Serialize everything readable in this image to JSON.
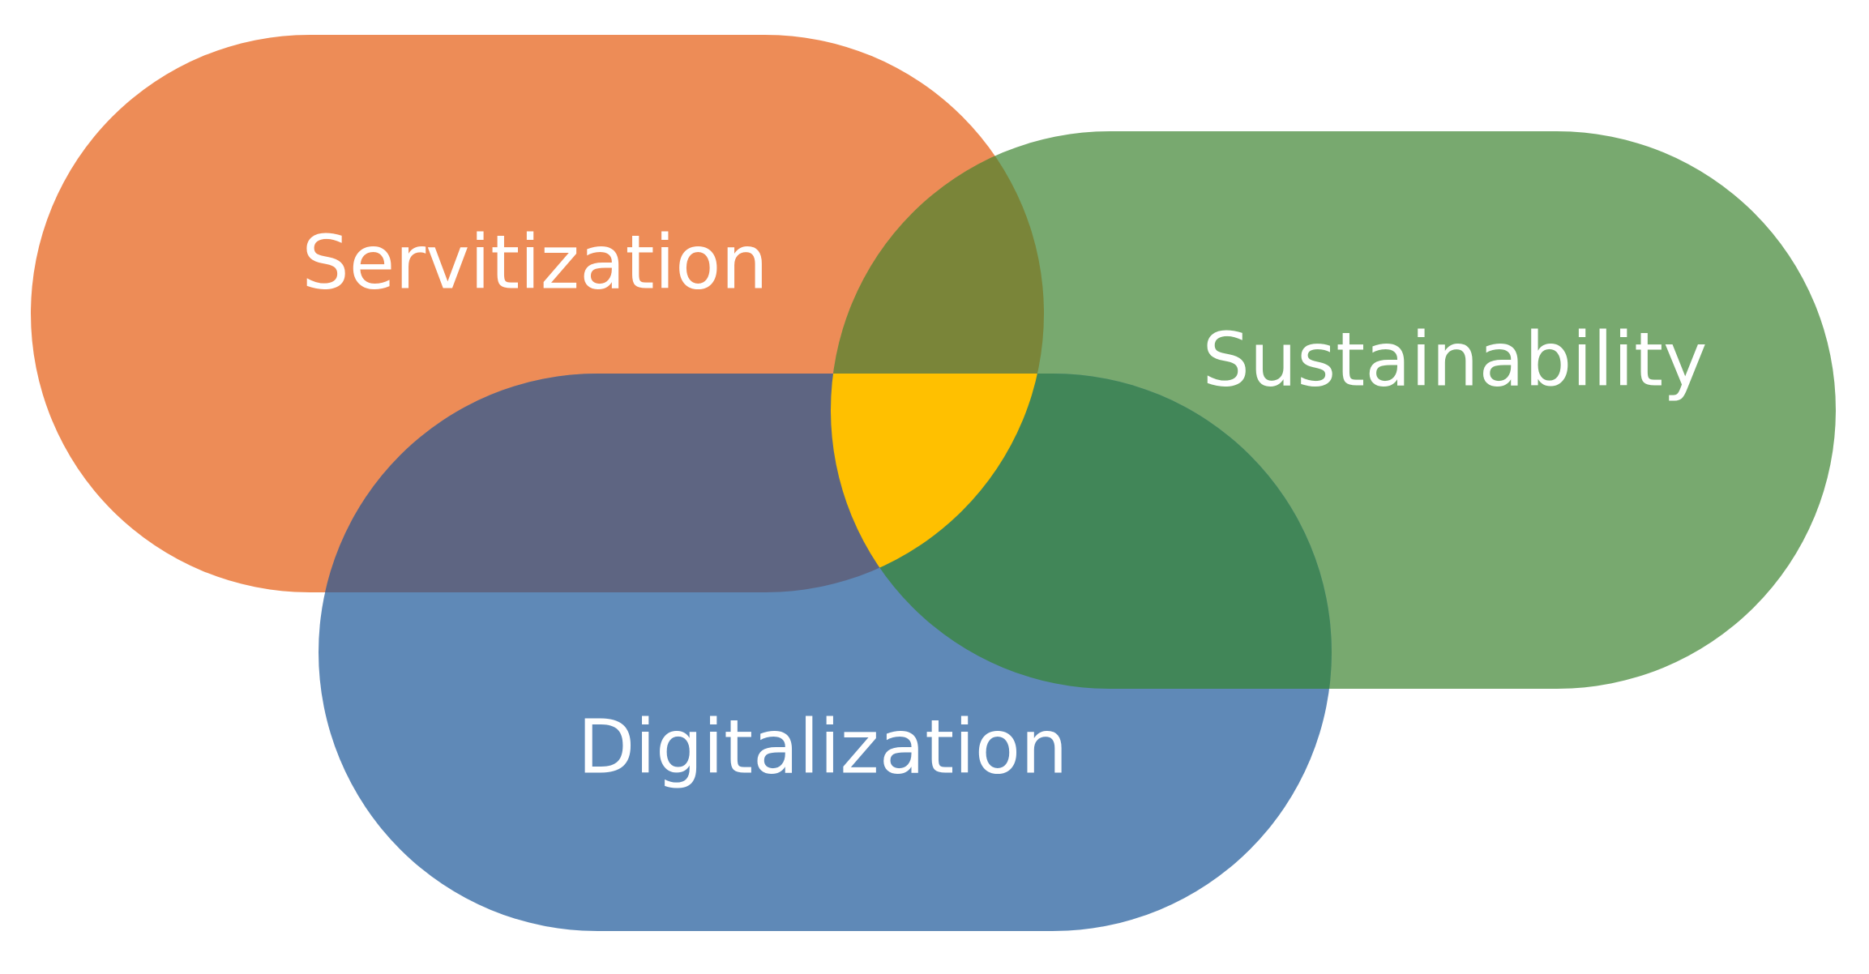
{
  "diagram": {
    "sets": [
      {
        "id": "servitization",
        "label": "Servitization",
        "color": "#ED8C57"
      },
      {
        "id": "sustainability",
        "label": "Sustainability",
        "color": "#78A96F"
      },
      {
        "id": "digitalization",
        "label": "Digitalization",
        "color": "#5F89B7"
      }
    ],
    "overlap_colors": {
      "servitization_sustainability": "#7A8539",
      "servitization_digitalization": "#5E6582",
      "sustainability_digitalization": "#418658",
      "all_three": "#FFC000"
    }
  }
}
